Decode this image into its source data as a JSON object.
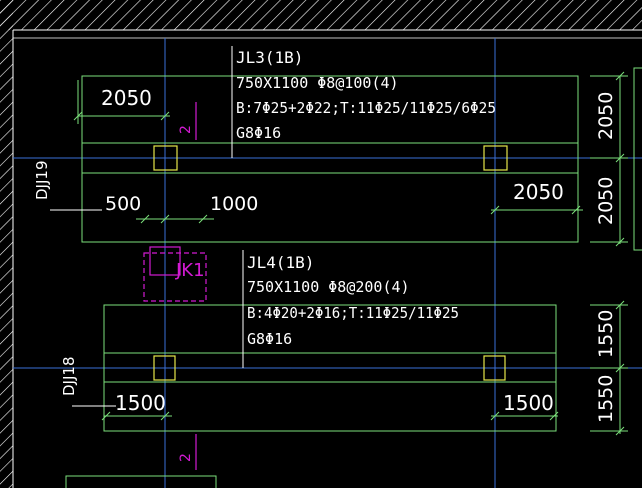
{
  "colors": {
    "background": "#000000",
    "beam_outline": "#7be07b",
    "axis_line": "#3a6fd8",
    "column_box": "#e6e64a",
    "annotation_text": "#ffffff",
    "magenta_mark": "#d21ad2",
    "hatch": "#ffffff"
  },
  "beam_jl3": {
    "title": "JL3(1B)",
    "section": "750X1100  Φ8@100(4)",
    "rebar": "B:7Φ25+2Φ22;T:11Φ25/11Φ25/6Φ25",
    "side_bars": "G8Φ16",
    "foundation_label": "DJJ19",
    "dim_left_overhang": "2050",
    "dim_right_overhang": "2050",
    "dim_offset_500": "500",
    "dim_offset_1000": "1000",
    "dim_height_top": "2050",
    "dim_height_bottom": "2050",
    "section_mark": "2"
  },
  "beam_jl4": {
    "title": "JL4(1B)",
    "section": "750X1100  Φ8@200(4)",
    "rebar": "B:4Φ20+2Φ16;T:11Φ25/11Φ25",
    "side_bars": "G8Φ16",
    "foundation_label": "DJJ18",
    "dim_left_overhang": "1500",
    "dim_right_overhang": "1500",
    "dim_height_top": "1550",
    "dim_height_bottom": "1550",
    "section_mark": "2"
  },
  "pit_label": "JK1"
}
